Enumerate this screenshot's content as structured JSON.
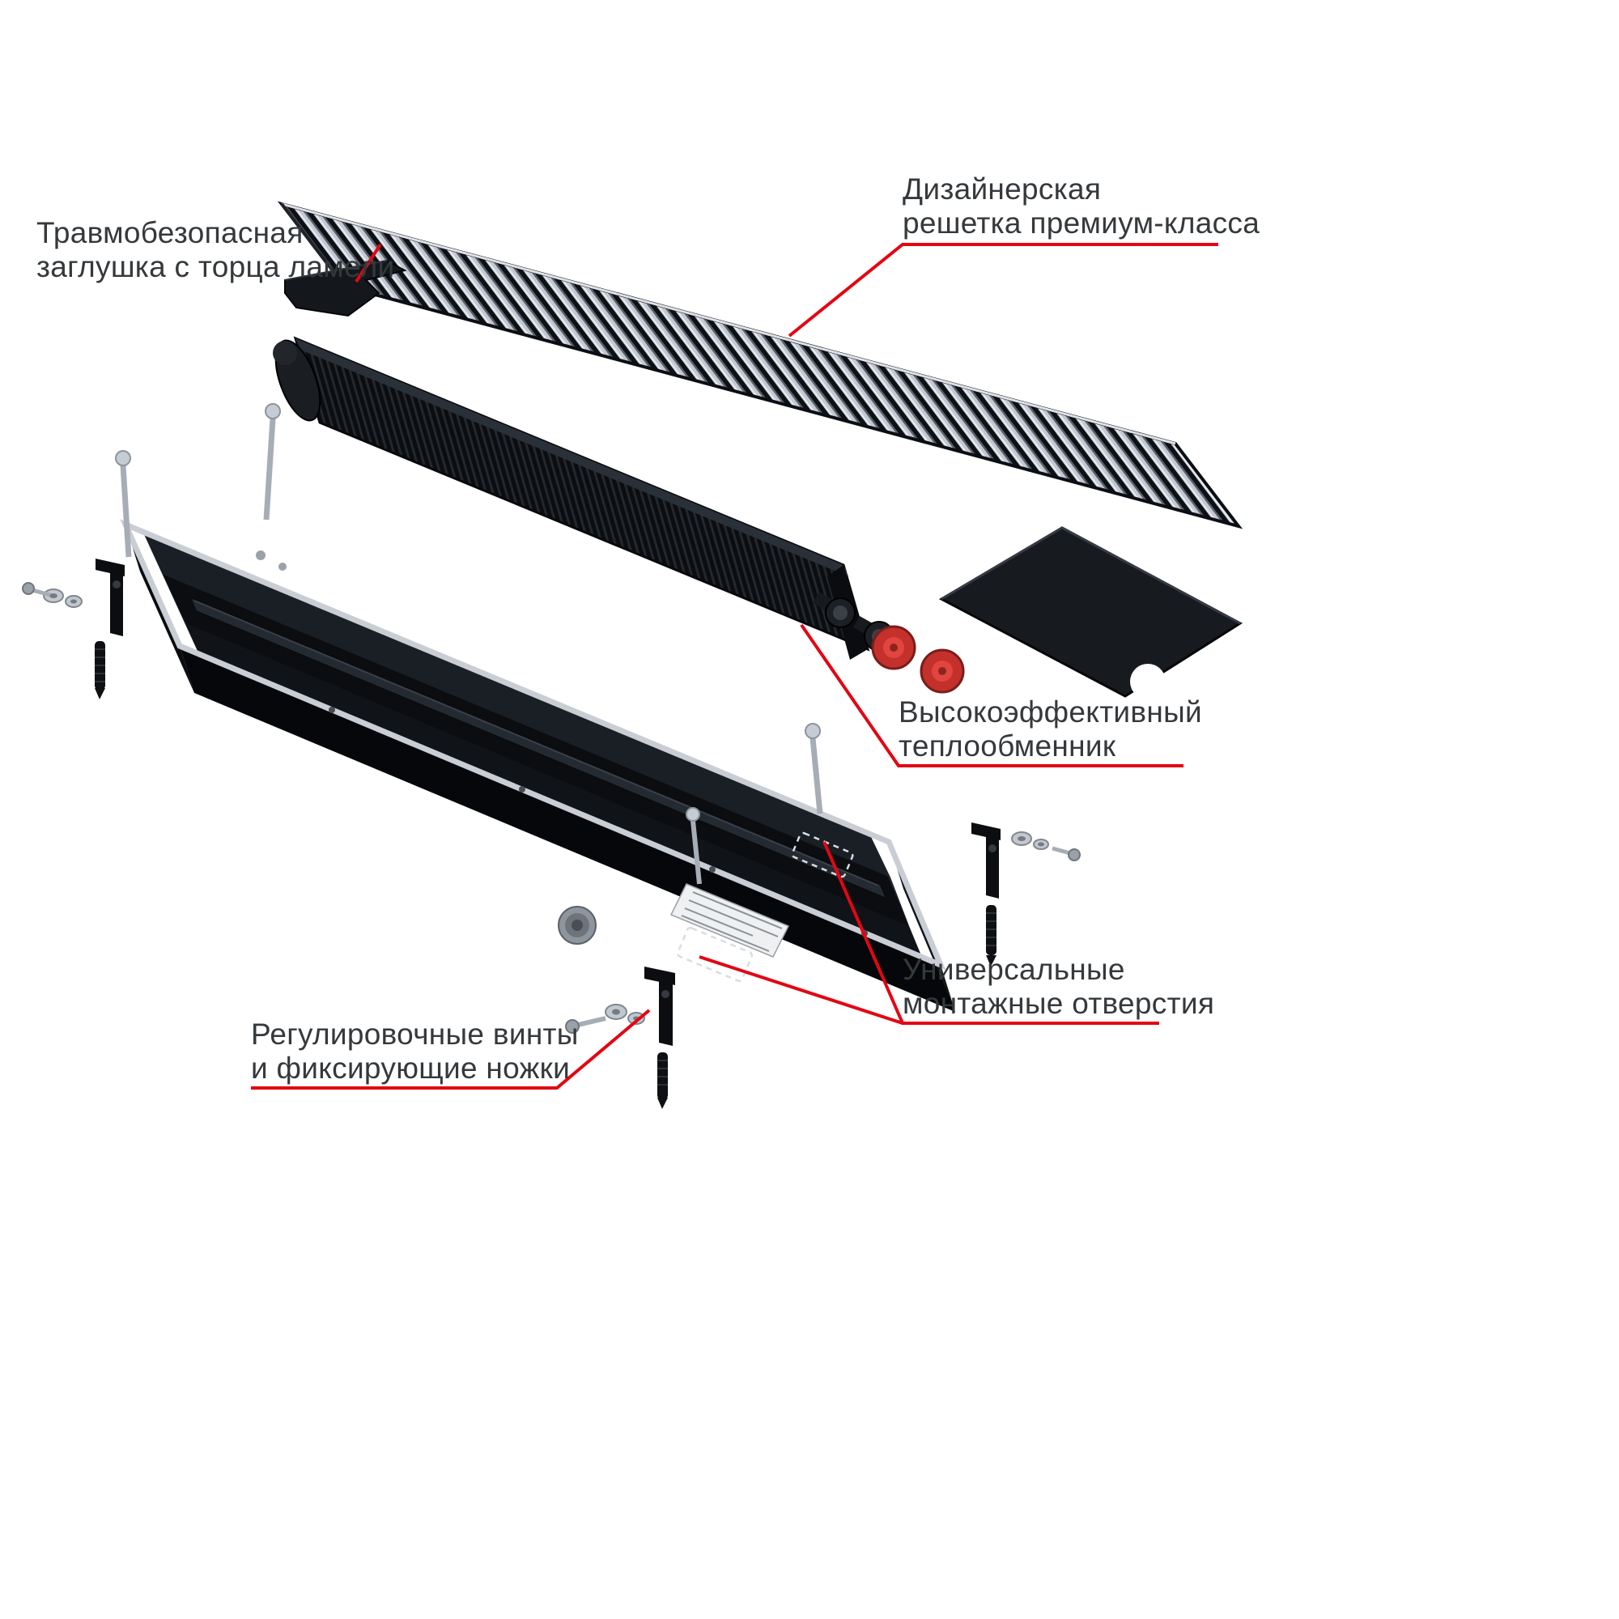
{
  "page": {
    "background": "#ffffff",
    "description": "Exploded-view diagram of an in-floor trench convector heater with callout labels"
  },
  "colors": {
    "accent_red": "#e30613",
    "label_text": "#35393c",
    "metal_silver": "#c9ced6",
    "body_black": "#101318",
    "cap_red": "#c4302b"
  },
  "labels": {
    "endcap": {
      "line1": "Травмобезопасная",
      "line2": "заглушка с торца ламели"
    },
    "grille": {
      "line1": "Дизайнерская",
      "line2": "решетка премиум-класса"
    },
    "heat_exchanger": {
      "line1": "Высокоэффективный",
      "line2": "теплообменник"
    },
    "mounting_holes": {
      "line1": "Универсальные",
      "line2": "монтажные отверстия"
    },
    "adjusters": {
      "line1": "Регулировочные винты",
      "line2": "и фиксирующие ножки"
    }
  }
}
